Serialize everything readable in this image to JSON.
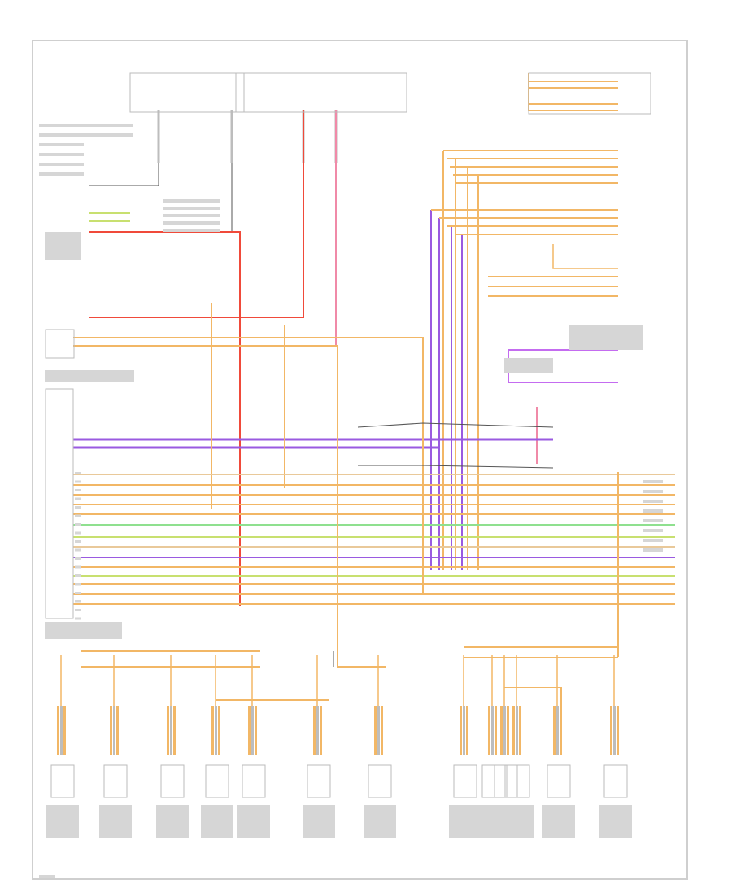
{
  "diagram": {
    "type": "wiring-schematic",
    "wire_colors": {
      "orange": "#f2b766",
      "tan": "#e9c99a",
      "red": "#f04a3a",
      "pink": "#f08aa8",
      "purple": "#9a5ae0",
      "violet": "#c46cf0",
      "green": "#8fe08f",
      "yellow_green": "#c8e070",
      "grey": "#bdbdbd",
      "black": "#555555"
    },
    "frame_color": "#cfcfcf",
    "bottom_component_count": 13,
    "right_connector_count": 7
  }
}
